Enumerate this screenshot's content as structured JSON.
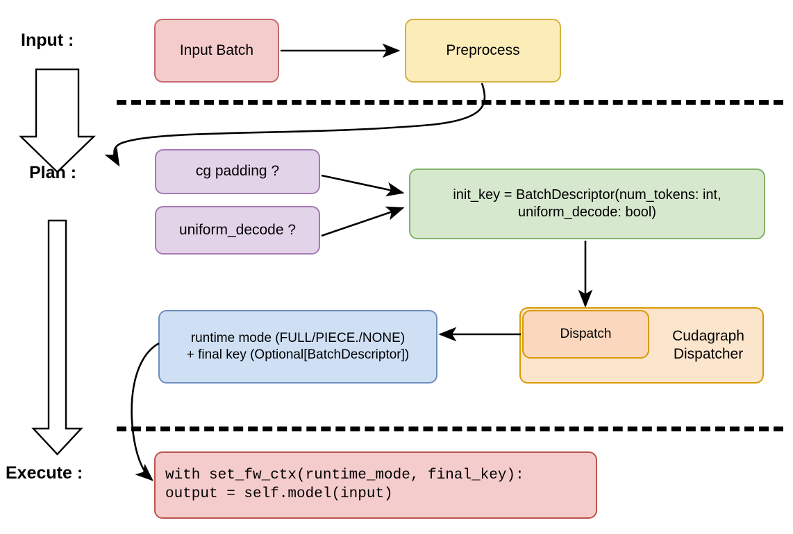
{
  "diagram": {
    "title_labels": {
      "input": "Input :",
      "plan": "Plan :",
      "execute": "Execute :"
    },
    "nodes": {
      "input_batch": {
        "label": "Input Batch",
        "fill": "#f5cccc",
        "stroke": "#c36a6a"
      },
      "preprocess": {
        "label": "Preprocess",
        "fill": "#fcecb8",
        "stroke": "#d6b03c"
      },
      "cg_padding": {
        "label": "cg padding ?",
        "fill": "#e3d3e8",
        "stroke": "#a579b5"
      },
      "uniform_decode": {
        "label": "uniform_decode ?",
        "fill": "#e3d3e8",
        "stroke": "#a579b5"
      },
      "init_key": {
        "label": "init_key = BatchDescriptor(num_tokens: int,\nuniform_decode: bool)",
        "fill": "#d6e8cd",
        "stroke": "#82b366"
      },
      "dispatch": {
        "label": "Dispatch",
        "fill": "#fad7bd",
        "stroke": "#d79b00"
      },
      "cudagraph_dispatcher": {
        "label": "Cudagraph\nDispatcher",
        "fill": "#fce5cd",
        "stroke": "#d79b00"
      },
      "runtime_mode": {
        "label": "runtime mode (FULL/PIECE./NONE)\n+ final key (Optional[BatchDescriptor])",
        "fill": "#cfe0f5",
        "stroke": "#6c8ebf"
      },
      "execute_code": {
        "label": "with set_fw_ctx(runtime_mode, final_key):\n    output = self.model(input)",
        "fill": "#f5cccc",
        "stroke": "#b85450"
      }
    },
    "colors": {
      "line": "#000000",
      "background": "#ffffff"
    }
  }
}
